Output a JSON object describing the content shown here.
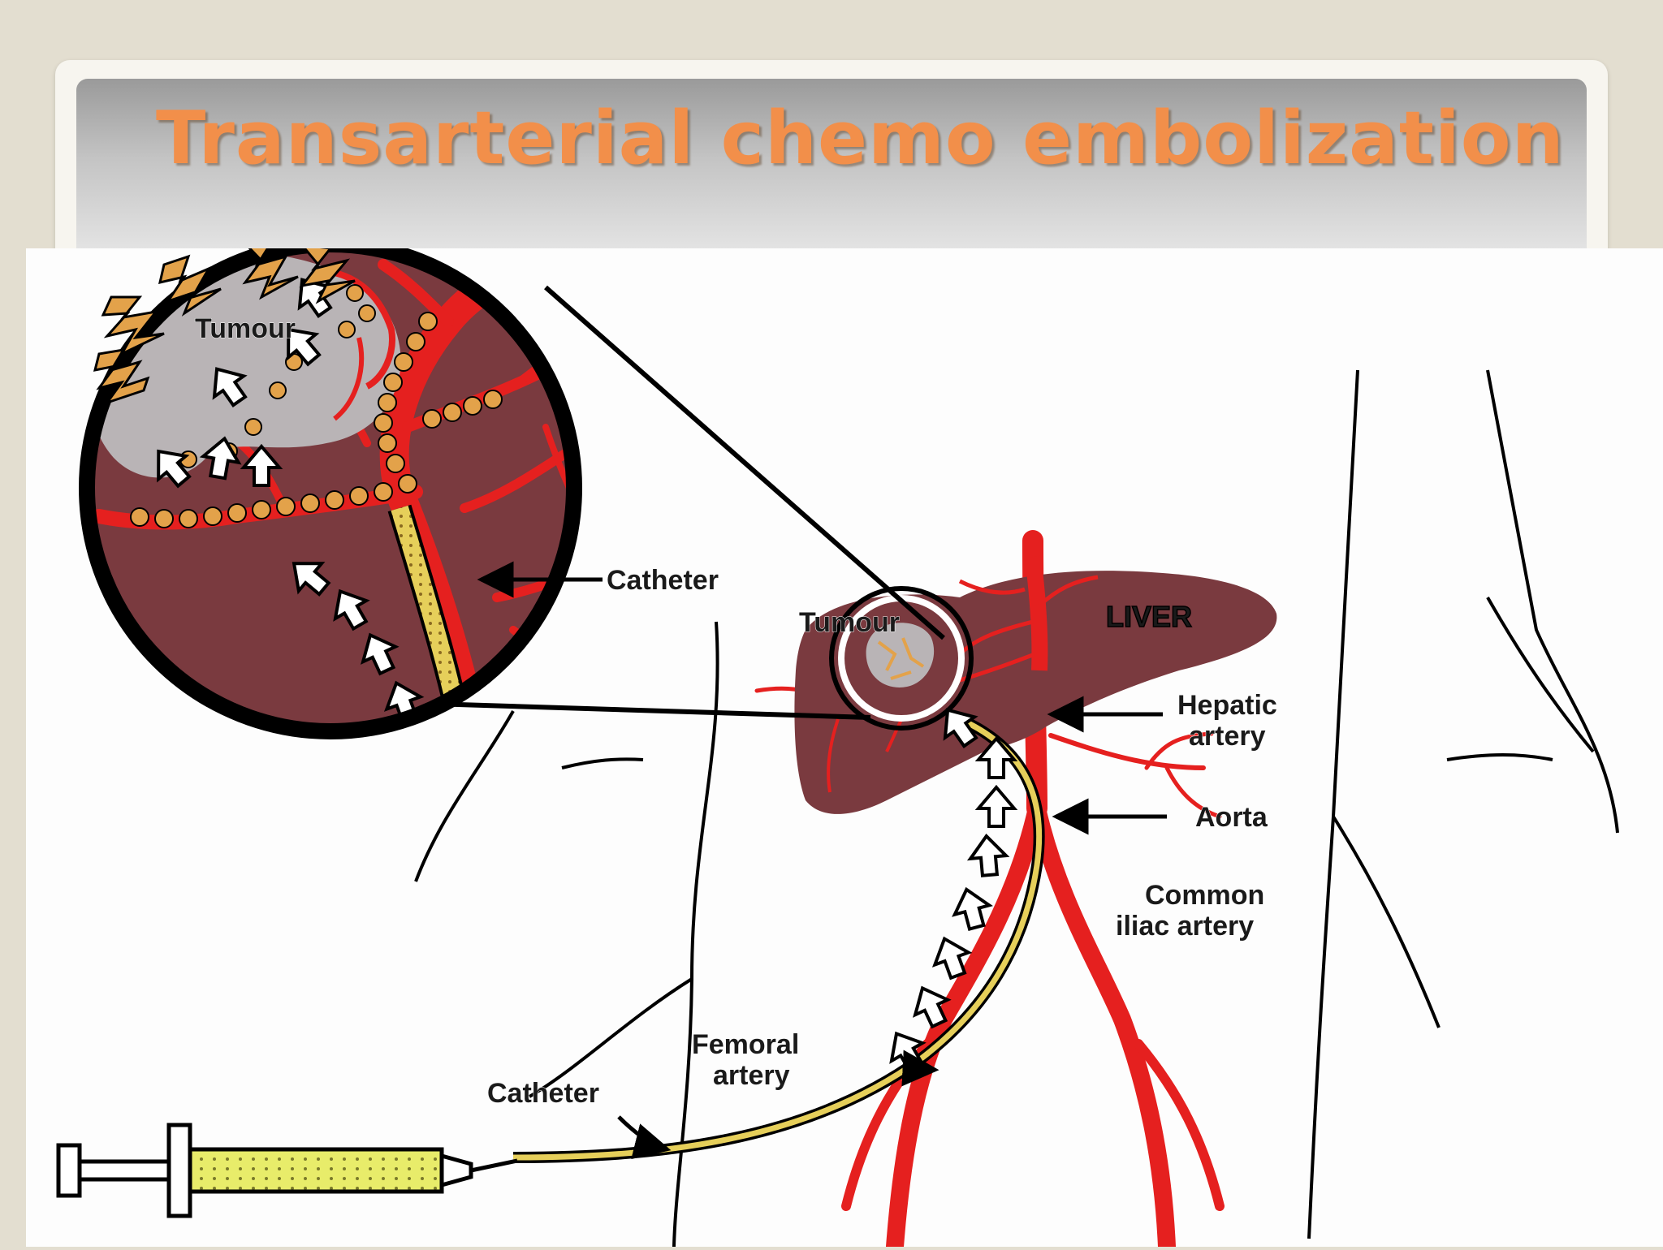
{
  "slide": {
    "title": "Transarterial chemo embolization"
  },
  "diagram": {
    "labels": {
      "zoom_tumour": "Tumour",
      "zoom_catheter": "Catheter",
      "liver_tumour": "Tumour",
      "liver": "LIVER",
      "hepatic_line1": "Hepatic",
      "hepatic_line2": "artery",
      "aorta": "Aorta",
      "iliac_line1": "Common",
      "iliac_line2": "iliac artery",
      "femoral_line1": "Femoral",
      "femoral_line2": "artery",
      "catheter": "Catheter"
    },
    "colors": {
      "liver": "#7a3a3f",
      "artery": "#e5201f",
      "tumour": "#b9b4b6",
      "catheter_fill": "#e6cf5a",
      "particle": "#e3a24a",
      "syringe_fluid": "#e8ec6a",
      "outline": "#000000"
    }
  }
}
